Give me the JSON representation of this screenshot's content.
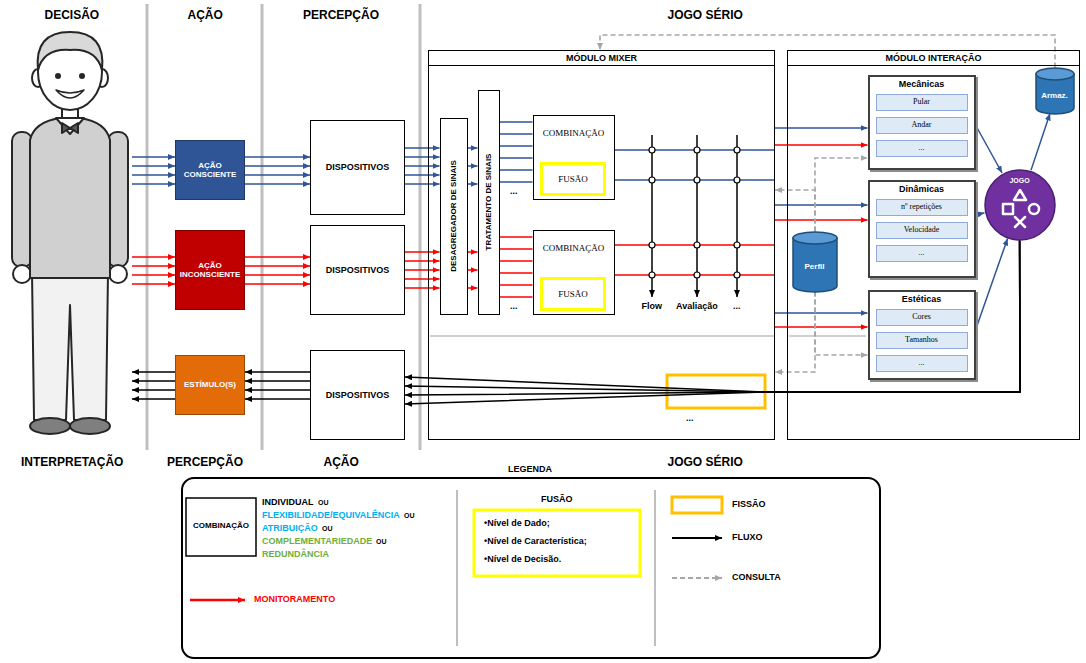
{
  "diagram": {
    "nodes": [
      {
        "text": [
          "AÇÃO CONSCIENTE"
        ]
      },
      {
        "text": [
          "AÇÃO INCONSCIENTE"
        ]
      },
      {
        "text": [
          "ESTÍMULO(S)"
        ]
      },
      {
        "text": [
          "DISPOSITIVOS"
        ]
      },
      {
        "text": [
          "DISPOSITIVOS"
        ]
      },
      {
        "text": [
          "DISPOSITIVOS"
        ]
      },
      {
        "text": [
          "MÓDULO MIXER"
        ]
      },
      {
        "text": [
          "DESAGREGADOR DE SINAIS"
        ],
        "in": 6
      },
      {
        "text": [
          "TRATAMENTO DE SINAIS"
        ],
        "in": 6
      },
      {
        "text": [
          "COMBINAÇÃO"
        ],
        "in": 6
      },
      {
        "text": [
          "FUSÃO"
        ],
        "in": 9
      },
      {
        "text": [
          "COMBINAÇÃO"
        ],
        "in": 6
      },
      {
        "text": [
          "FUSÃO"
        ],
        "in": 11
      },
      {
        "text": [
          "MÓDULO INTERAÇÃO"
        ]
      },
      {
        "text": [
          "Mecânicas"
        ],
        "in": 13
      },
      {
        "text": [
          "Pular"
        ],
        "in": 14
      },
      {
        "text": [
          "Andar"
        ],
        "in": 14
      },
      {
        "text": [
          "..."
        ],
        "in": 14
      },
      {
        "text": [
          "Dinâmicas"
        ],
        "in": 13
      },
      {
        "text": [
          "nº repetições"
        ],
        "in": 18
      },
      {
        "text": [
          "Velocidade"
        ],
        "in": 18
      },
      {
        "text": [
          "..."
        ],
        "in": 18
      },
      {
        "text": [
          "Estéticas"
        ],
        "in": 13
      },
      {
        "text": [
          "Cores"
        ],
        "in": 22
      },
      {
        "text": [
          "Tamanhos"
        ],
        "in": 22
      },
      {
        "text": [
          "..."
        ],
        "in": 22
      },
      {
        "text": [
          "Armaz."
        ],
        "in": 13
      },
      {
        "text": [
          "Perfil"
        ],
        "in": 13
      },
      {
        "text": [
          "JOGO"
        ],
        "in": 13
      }
    ],
    "edges": [
      {
        "from": 0,
        "to": 3,
        "arrow": "to"
      },
      {
        "from": 0,
        "to": 3,
        "arrow": "to"
      },
      {
        "from": 0,
        "to": 3,
        "arrow": "to"
      },
      {
        "from": 0,
        "to": 3,
        "arrow": "to"
      },
      {
        "from": 1,
        "to": 4,
        "arrow": "to"
      },
      {
        "from": 1,
        "to": 4,
        "arrow": "to"
      },
      {
        "from": 1,
        "to": 4,
        "arrow": "to"
      },
      {
        "from": 1,
        "to": 4,
        "arrow": "to"
      },
      {
        "from": 5,
        "to": 2,
        "arrow": "to"
      },
      {
        "from": 5,
        "to": 2,
        "arrow": "to"
      },
      {
        "from": 5,
        "to": 2,
        "arrow": "to"
      },
      {
        "from": 5,
        "to": 2,
        "arrow": "to"
      },
      {
        "from": 3,
        "to": 7,
        "arrow": "to"
      },
      {
        "from": 3,
        "to": 7,
        "arrow": "to"
      },
      {
        "from": 3,
        "to": 7,
        "arrow": "to"
      },
      {
        "from": 3,
        "to": 7,
        "arrow": "to"
      },
      {
        "from": 3,
        "to": 7,
        "arrow": "to"
      },
      {
        "from": 4,
        "to": 7,
        "arrow": "to"
      },
      {
        "from": 4,
        "to": 7,
        "arrow": "to"
      },
      {
        "from": 4,
        "to": 7,
        "arrow": "to"
      },
      {
        "from": 4,
        "to": 7,
        "arrow": "to"
      },
      {
        "from": 4,
        "to": 7,
        "arrow": "to"
      },
      {
        "from": 7,
        "to": 8,
        "arrow": "to"
      },
      {
        "from": 7,
        "to": 8,
        "arrow": "to"
      },
      {
        "from": 7,
        "to": 8,
        "arrow": "to"
      },
      {
        "from": 7,
        "to": 8,
        "arrow": "to"
      },
      {
        "from": 7,
        "to": 8,
        "arrow": "to"
      },
      {
        "from": 7,
        "to": 8,
        "arrow": "to"
      },
      {
        "from": 8,
        "to": 9,
        "arrow": "none"
      },
      {
        "from": 8,
        "to": 9,
        "arrow": "none"
      },
      {
        "from": 8,
        "to": 9,
        "arrow": "none"
      },
      {
        "from": 8,
        "to": 9,
        "arrow": "none"
      },
      {
        "from": 8,
        "to": 9,
        "arrow": "none"
      },
      {
        "from": 8,
        "to": 9,
        "arrow": "none"
      },
      {
        "from": 8,
        "to": 11,
        "arrow": "none"
      },
      {
        "from": 8,
        "to": 11,
        "arrow": "none"
      },
      {
        "from": 8,
        "to": 11,
        "arrow": "none"
      },
      {
        "from": 8,
        "to": 11,
        "arrow": "none"
      },
      {
        "from": 8,
        "to": 11,
        "arrow": "none"
      },
      {
        "from": 8,
        "to": 11,
        "arrow": "none"
      },
      {
        "from": 6,
        "to": 14,
        "arrow": "to"
      },
      {
        "from": 6,
        "to": 14,
        "arrow": "to"
      },
      {
        "from": 6,
        "to": 18,
        "arrow": "to"
      },
      {
        "from": 6,
        "to": 18,
        "arrow": "to"
      },
      {
        "from": 6,
        "to": 22,
        "arrow": "to"
      },
      {
        "from": 6,
        "to": 22,
        "arrow": "to"
      },
      {
        "from": 14,
        "to": 28,
        "arrow": "to"
      },
      {
        "from": 18,
        "to": 28,
        "arrow": "to"
      },
      {
        "from": 22,
        "to": 28,
        "arrow": "to"
      },
      {
        "from": 28,
        "to": 26,
        "arrow": "to"
      },
      {
        "from": 26,
        "to": 6,
        "arrow": "to"
      },
      {
        "from": 27,
        "to": 14,
        "arrow": "to"
      },
      {
        "from": 27,
        "to": 6,
        "arrow": "to"
      },
      {
        "from": 27,
        "to": 22,
        "arrow": "to"
      },
      {
        "from": 27,
        "to": 6,
        "arrow": "to"
      },
      {
        "from": 28,
        "to": 5,
        "arrow": "to"
      },
      {
        "from": 28,
        "to": 5,
        "arrow": "to"
      },
      {
        "from": 28,
        "to": 5,
        "arrow": "to"
      },
      {
        "from": 28,
        "to": 5,
        "arrow": "to"
      }
    ],
    "labels": [
      "DECISÃO",
      "AÇÃO",
      "PERCEPÇÃO",
      "JOGO SÉRIO",
      "...",
      "...",
      "Flow",
      "Avaliação",
      "...",
      "...",
      "INTERPRETAÇÃO",
      "PERCEPÇÃO",
      "AÇÃO",
      "JOGO SÉRIO",
      "LEGENDA",
      "COMBINAÇÃO",
      "INDIVIDUAL",
      "OU",
      "FLEXIBILIDADE/EQUIVALÊNCIA",
      "OU",
      "ATRIBUIÇÃO",
      "OU",
      "COMPLEMENTARIEDADE",
      "OU",
      "REDUNDÂNCIA",
      "FUSÃO",
      "•Nível de Dado;",
      "•Nível de Característica;",
      "•Nível de Decisão."
    ],
    "legend": [
      {
        "text": "MONITORAMENTO"
      },
      {
        "text": "FISSÃO"
      },
      {
        "text": "FLUXO"
      },
      {
        "text": "CONSULTA"
      }
    ]
  }
}
